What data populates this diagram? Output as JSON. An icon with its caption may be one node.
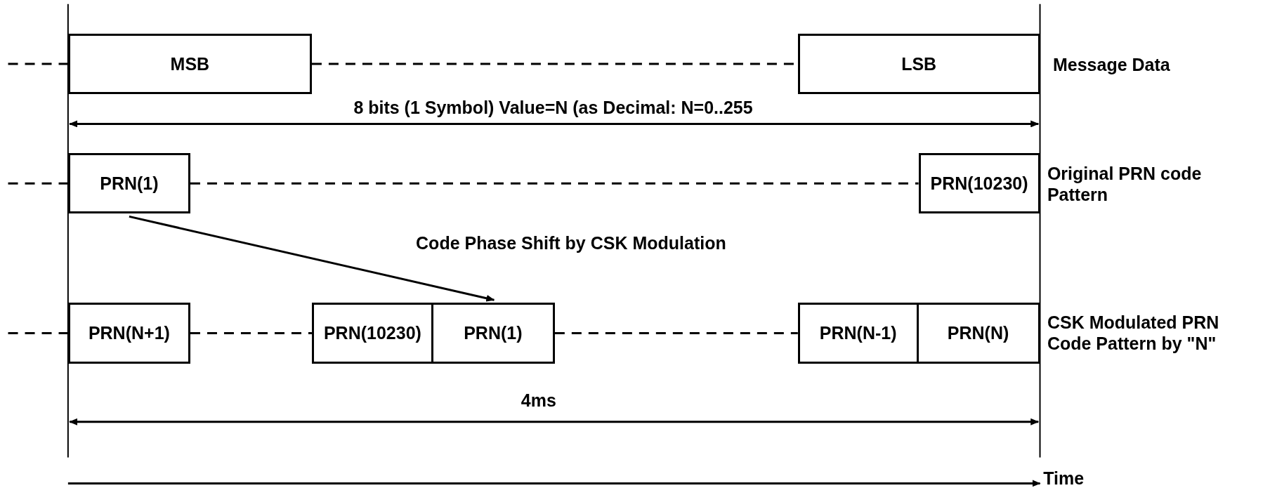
{
  "diagram": {
    "nodes": [
      {
        "text": [
          "MSB"
        ]
      },
      {
        "text": [
          "LSB"
        ]
      },
      {
        "text": [
          "PRN(1)"
        ]
      },
      {
        "text": [
          "PRN(10230)"
        ]
      },
      {
        "text": [
          "PRN(N+1)"
        ]
      },
      {
        "text": [
          "PRN(10230)"
        ]
      },
      {
        "text": [
          "PRN(1)"
        ]
      },
      {
        "text": [
          "PRN(N-1)"
        ]
      },
      {
        "text": [
          "PRN(N)"
        ]
      }
    ],
    "edges": [
      {
        "from": null,
        "to": 0,
        "arrow": "none",
        "style": "dashed"
      },
      {
        "from": 0,
        "to": 1,
        "arrow": "none",
        "style": "dashed"
      },
      {
        "from": null,
        "to": 2,
        "arrow": "none",
        "style": "dashed"
      },
      {
        "from": 2,
        "to": 3,
        "arrow": "none",
        "style": "dashed"
      },
      {
        "from": null,
        "to": 4,
        "arrow": "none",
        "style": "dashed"
      },
      {
        "from": 4,
        "to": 5,
        "arrow": "none",
        "style": "dashed"
      },
      {
        "from": 6,
        "to": 7,
        "arrow": "none",
        "style": "dashed"
      },
      {
        "from": 2,
        "to": 6,
        "arrow": "to",
        "label": "Code Phase Shift by CSK Modulation"
      }
    ],
    "labels": [
      "Message Data",
      "8 bits (1 Symbol) Value=N (as Decimal: N=0..255",
      "Original PRN code Pattern",
      "CSK Modulated PRN Code Pattern by \"N\"",
      "4ms",
      "Time"
    ]
  }
}
